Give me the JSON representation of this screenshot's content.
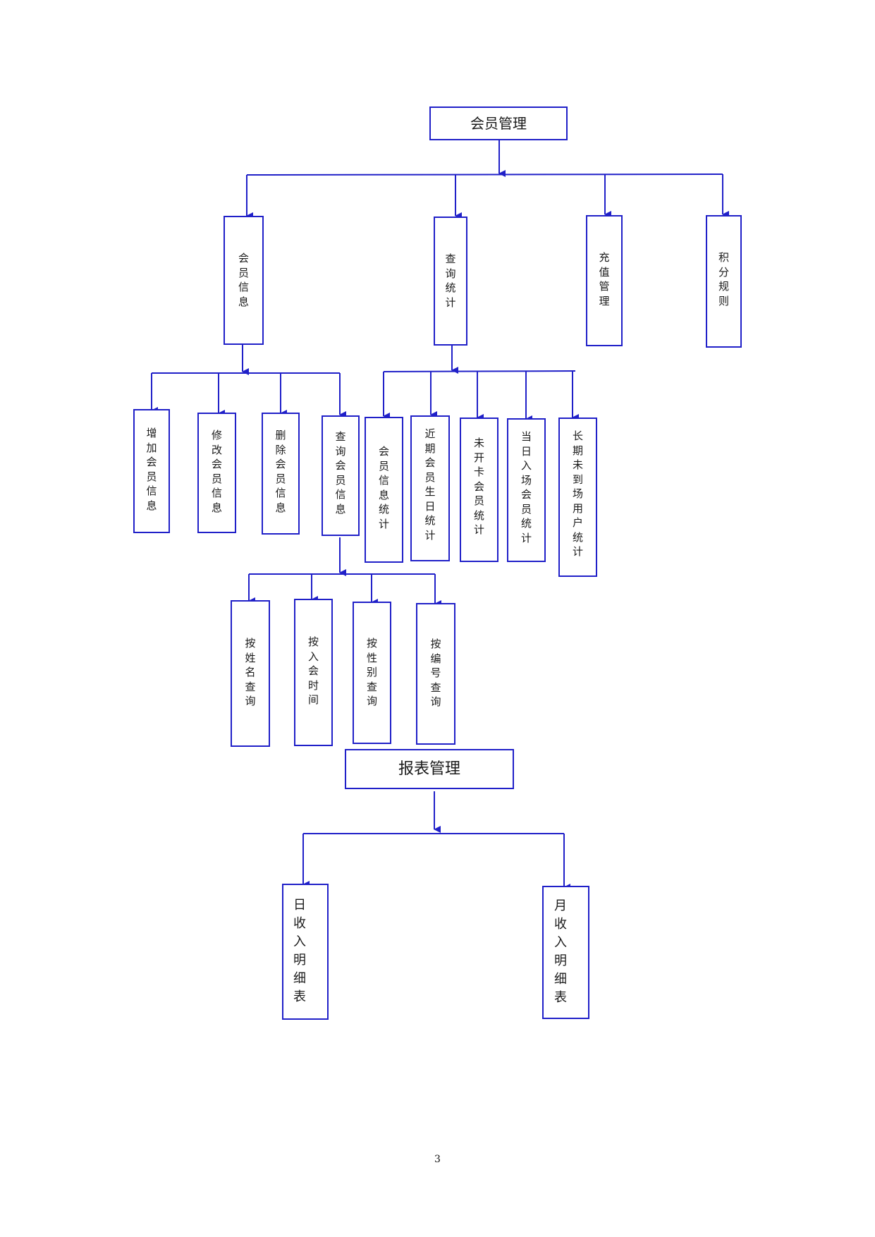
{
  "colors": {
    "line": "#2020c8",
    "text": "#1a1a1a"
  },
  "nodes": {
    "membership_management": "会员管理",
    "member_info": "会员信息",
    "query_statistics": "查询统计",
    "recharge_management": "充值管理",
    "points_rules": "积分规则",
    "add_member_info": "增加会员信息",
    "modify_member_info": "修改会员信息",
    "delete_member_info": "删除会员信息",
    "query_member_info": "查询会员信息",
    "member_info_stats": "会员信息统计",
    "recent_birthday_stats": "近期会员生日统计",
    "unactivated_card_stats": "未开卡会员统计",
    "today_entry_stats": "当日入场会员统计",
    "long_absent_stats": "长期未到场用户统计",
    "query_by_name": "按姓名查询",
    "query_by_join_time": "按入会时间",
    "query_by_gender": "按性别查询",
    "query_by_number": "按编号查询",
    "report_management": "报表管理",
    "daily_income": "日收入明细表",
    "monthly_income": "月收入明细表"
  },
  "page_number": "3"
}
